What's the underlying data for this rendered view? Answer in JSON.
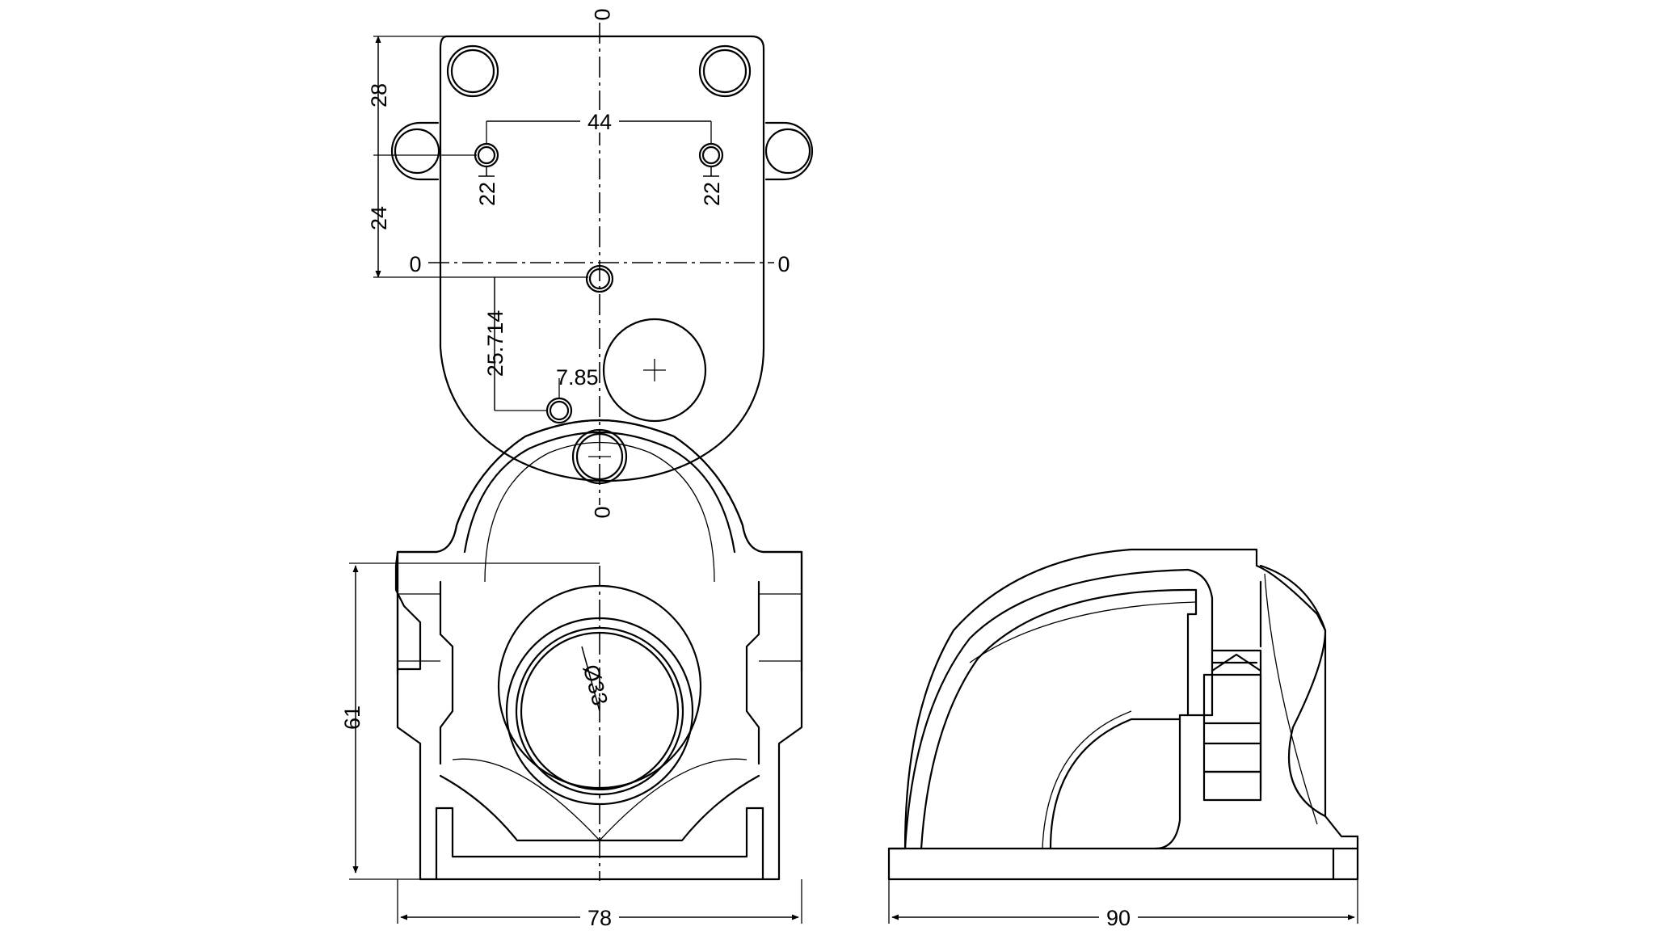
{
  "views": {
    "top": {
      "dimensions": {
        "top_height": "28",
        "hole_spacing": "44",
        "left_hole_offset": "22",
        "right_hole_offset": "22",
        "mid_height": "24",
        "lower_hole_vertical": "25.714",
        "lower_hole_horizontal": "7.85"
      },
      "axis_labels": {
        "left": "0",
        "right": "0",
        "top": "0",
        "bottom": "0"
      }
    },
    "front": {
      "dimensions": {
        "height": "61",
        "width": "78",
        "lens_diameter": "Ø33"
      }
    },
    "side": {
      "dimensions": {
        "width": "90"
      }
    }
  }
}
